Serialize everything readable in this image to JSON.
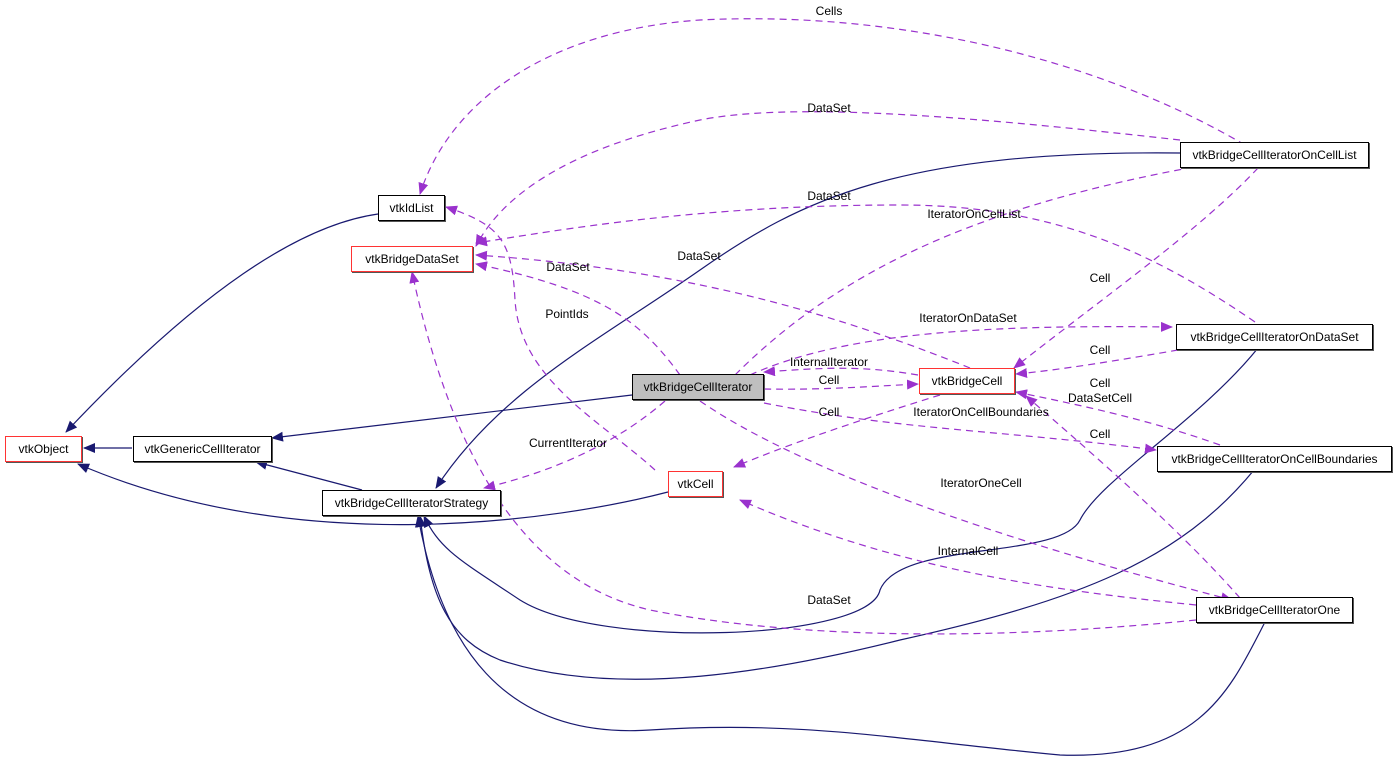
{
  "diagram": {
    "title": "vtkBridgeCellIterator collaboration graph",
    "colors": {
      "inheritance_edge": "#191970",
      "usage_edge": "#9a32cd",
      "focus_fill": "#bfbfbf",
      "undocumented_border": "#ff3333",
      "documented_border": "#000000"
    },
    "nodes": {
      "vtkObject": {
        "label": "vtkObject",
        "style": "red"
      },
      "vtkGenericCellIterator": {
        "label": "vtkGenericCellIterator",
        "style": "black"
      },
      "vtkIdList": {
        "label": "vtkIdList",
        "style": "black"
      },
      "vtkBridgeDataSet": {
        "label": "vtkBridgeDataSet",
        "style": "red"
      },
      "vtkBridgeCellIteratorStrategy": {
        "label": "vtkBridgeCellIteratorStrategy",
        "style": "black"
      },
      "vtkBridgeCellIterator": {
        "label": "vtkBridgeCellIterator",
        "style": "focus"
      },
      "vtkCell": {
        "label": "vtkCell",
        "style": "red"
      },
      "vtkBridgeCell": {
        "label": "vtkBridgeCell",
        "style": "red"
      },
      "vtkBridgeCellIteratorOnCellList": {
        "label": "vtkBridgeCellIteratorOnCellList",
        "style": "black"
      },
      "vtkBridgeCellIteratorOnDataSet": {
        "label": "vtkBridgeCellIteratorOnDataSet",
        "style": "black"
      },
      "vtkBridgeCellIteratorOnCellBoundaries": {
        "label": "vtkBridgeCellIteratorOnCellBoundaries",
        "style": "black"
      },
      "vtkBridgeCellIteratorOne": {
        "label": "vtkBridgeCellIteratorOne",
        "style": "black"
      }
    },
    "edge_labels": {
      "cells": "Cells",
      "dataset_top": "DataSet",
      "dataset_mid": "DataSet",
      "iterator_on_cell_list": "IteratorOnCellList",
      "dataset_cell": "DataSet",
      "dataset_iter": "DataSet",
      "point_ids": "PointIds",
      "cell_oncelllist": "Cell",
      "iterator_on_dataset": "IteratorOnDataSet",
      "cell_ondataset": "Cell",
      "internal_iterator": "InternalIterator",
      "cell_iter": "Cell",
      "cell_onboundaries": "Cell",
      "dataset_cell_label": "DataSetCell",
      "cell_vtkcell": "Cell",
      "iterator_on_cell_boundaries": "IteratorOnCellBoundaries",
      "cell_to_boundaries": "Cell",
      "current_iterator": "CurrentIterator",
      "iterator_one_cell": "IteratorOneCell",
      "internal_cell": "InternalCell",
      "dataset_one": "DataSet"
    }
  }
}
